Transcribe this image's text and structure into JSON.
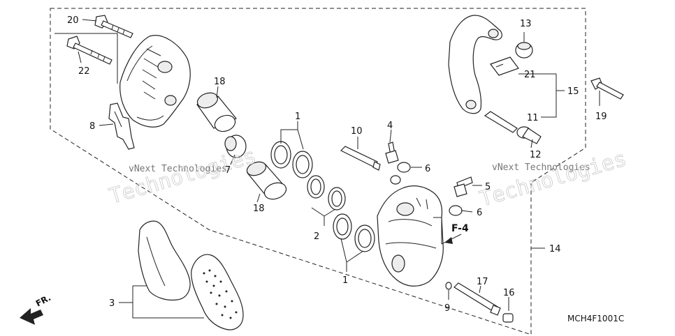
{
  "diagram_code": "MCH4F1001C",
  "figure_ref": "F-4",
  "front_marker": "FR.",
  "watermarks": [
    "vNext Technologies",
    "Technologies",
    "vNext Technologies",
    "Technologies"
  ],
  "callouts": {
    "c1_upper": "1",
    "c1_lower": "1",
    "c2": "2",
    "c3": "3",
    "c4": "4",
    "c5": "5",
    "c6_upper": "6",
    "c6_lower": "6",
    "c7": "7",
    "c8": "8",
    "c9": "9",
    "c10": "10",
    "c11": "11",
    "c12": "12",
    "c13": "13",
    "c14": "14",
    "c15": "15",
    "c16": "16",
    "c17": "17",
    "c18_upper": "18",
    "c18_lower": "18",
    "c19": "19",
    "c20": "20",
    "c21": "21",
    "c22": "22"
  }
}
